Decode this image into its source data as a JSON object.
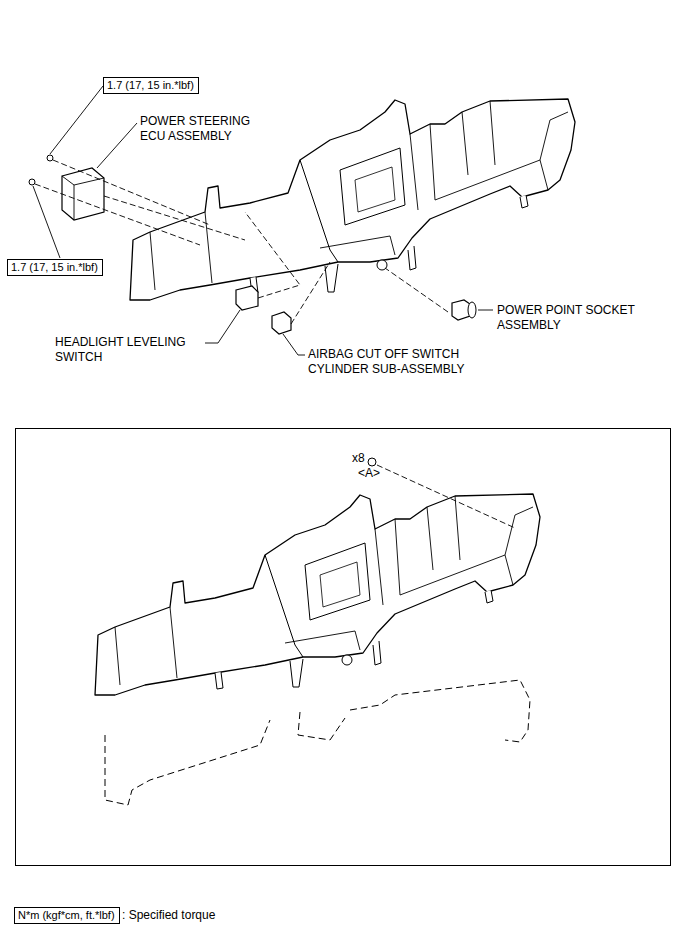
{
  "diagram": {
    "nodes": [
      {
        "text": [
          "1.7 (17, 15 in.*lbf)"
        ]
      },
      {
        "text": [
          "1.7 (17, 15 in.*lbf)"
        ]
      },
      {
        "text": [
          "x8",
          "<A>"
        ]
      },
      {
        "text": [
          "N*m (kgf*cm, ft.*lbf)"
        ]
      }
    ],
    "labels": [
      "POWER STEERING ECU ASSEMBLY",
      "HEADLIGHT LEVELING SWITCH",
      "AIRBAG CUT OFF SWITCH CYLINDER SUB-ASSEMBLY",
      "POWER POINT SOCKET ASSEMBLY",
      ": Specified torque"
    ]
  }
}
